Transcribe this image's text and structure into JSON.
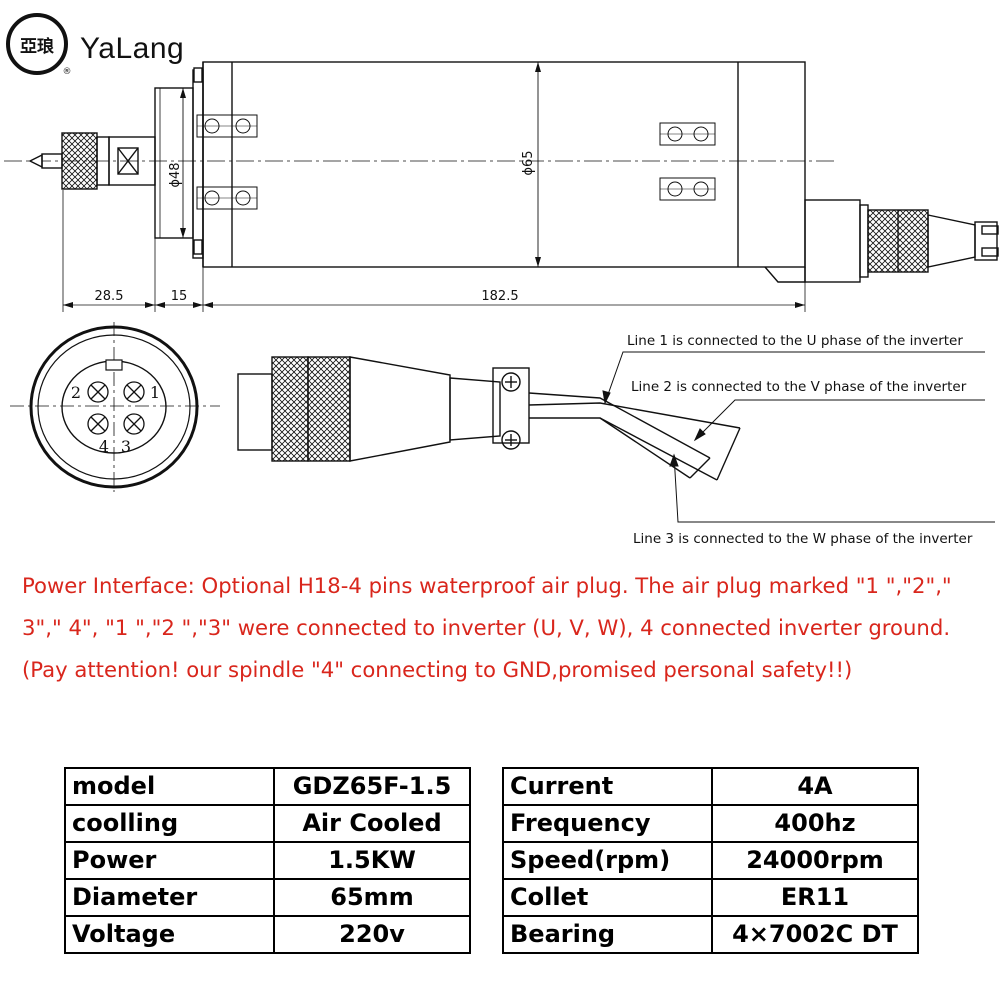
{
  "brand": {
    "seal_text": "亞琅",
    "name": "YaLang",
    "registered": "®"
  },
  "drawing": {
    "dimensions": {
      "nose_diameter": "ϕ48",
      "body_diameter": "ϕ65",
      "nose_length": "28.5",
      "flange_length": "15",
      "body_length": "182.5"
    },
    "pin_numbers": [
      "1",
      "2",
      "3",
      "4"
    ],
    "wire_labels": [
      "Line 1 is connected to the U phase of the inverter",
      "Line 2 is connected to the V phase of the inverter",
      "Line 3 is connected to the W phase of the inverter"
    ]
  },
  "note": {
    "text": "Power Interface: Optional H18-4 pins waterproof air plug. The air plug marked \"1 \",\"2\",\" 3\",\" 4\", \"1 \",\"2 \",\"3\" were connected to inverter (U, V, W), 4 connected inverter ground. (Pay attention! our spindle \"4\" connecting to GND,promised personal safety!!)",
    "color": "#d9261c"
  },
  "specs_left": [
    {
      "key": "model",
      "value": "GDZ65F-1.5"
    },
    {
      "key": "coolling",
      "value": "Air Cooled"
    },
    {
      "key": "Power",
      "value": "1.5KW"
    },
    {
      "key": "Diameter",
      "value": "65mm"
    },
    {
      "key": "Voltage",
      "value": "220v"
    }
  ],
  "specs_right": [
    {
      "key": "Current",
      "value": "4A"
    },
    {
      "key": "Frequency",
      "value": "400hz"
    },
    {
      "key": "Speed(rpm)",
      "value": "24000rpm"
    },
    {
      "key": "Collet",
      "value": "ER11"
    },
    {
      "key": "Bearing",
      "value": "4×7002C DT"
    }
  ]
}
